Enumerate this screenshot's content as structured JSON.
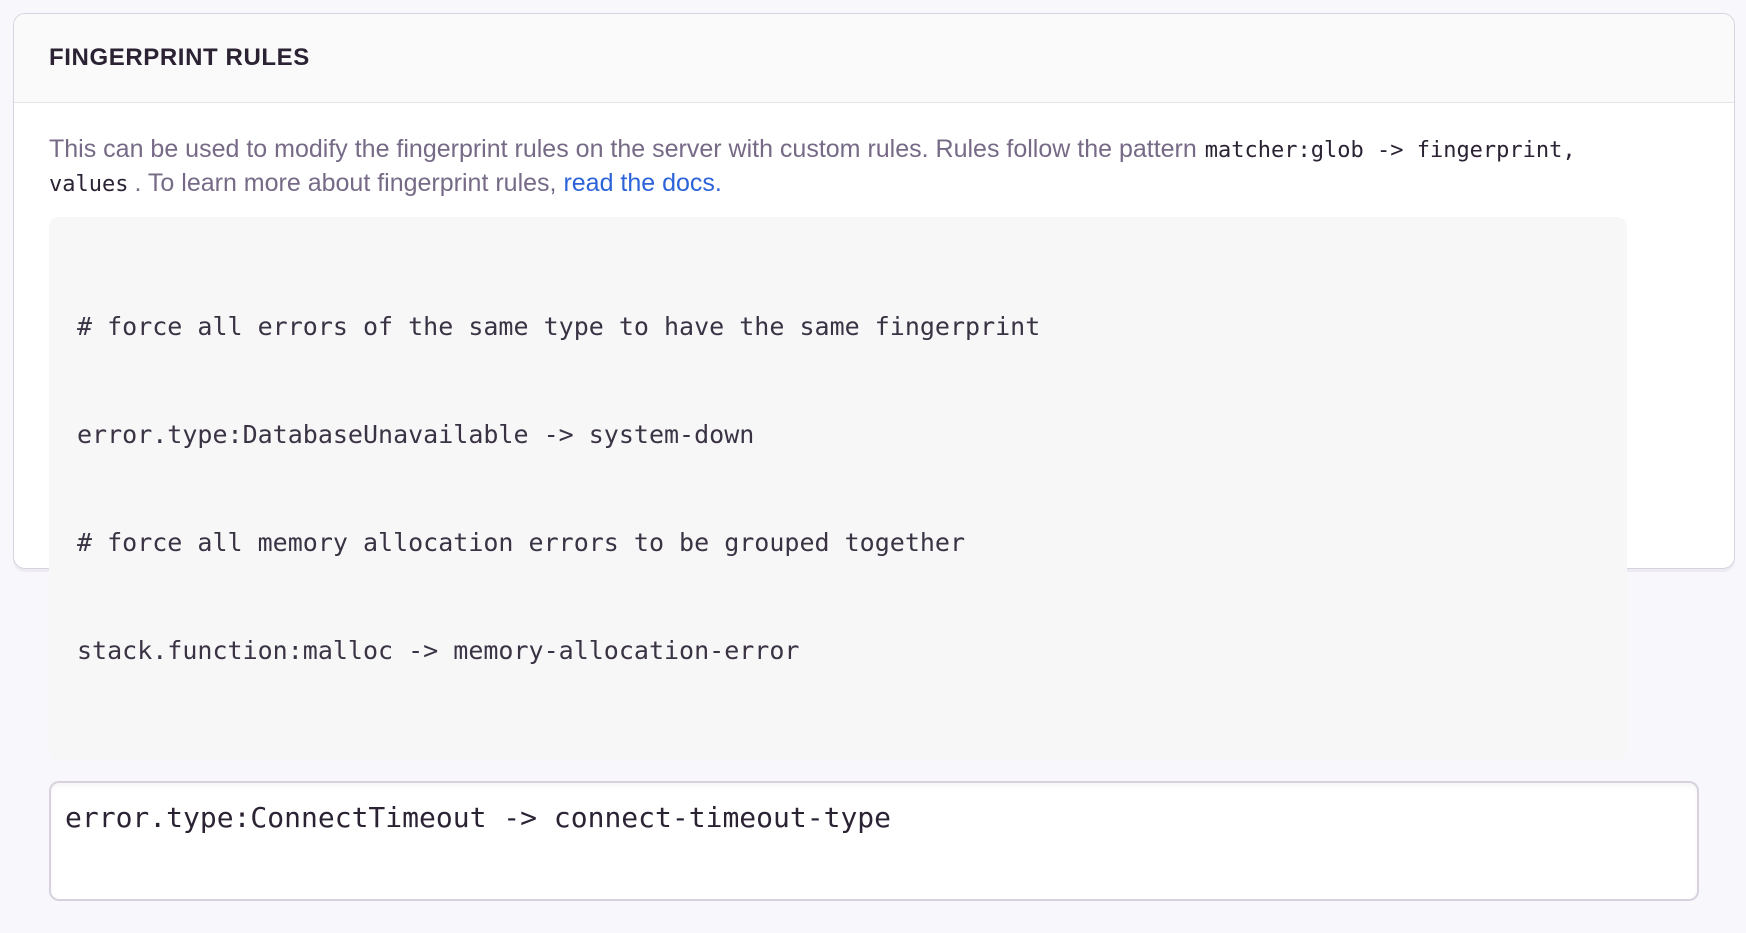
{
  "panel": {
    "title": "FINGERPRINT RULES"
  },
  "description": {
    "line1_text": "This can be used to modify the fingerprint rules on the server with custom rules. Rules follow the pattern",
    "line1_code": "matcher:glob -> fingerprint,",
    "line2_code": "values",
    "line2_text": ". To learn more about fingerprint rules,",
    "link_label": "read the docs."
  },
  "code_example": {
    "lines": [
      "# force all errors of the same type to have the same fingerprint",
      "error.type:DatabaseUnavailable -> system-down",
      "# force all memory allocation errors to be grouped together",
      "stack.function:malloc -> memory-allocation-error"
    ]
  },
  "editor": {
    "value": "error.type:ConnectTimeout -> connect-timeout-type"
  },
  "colors": {
    "page_background": "#f8f7fb",
    "panel_border": "#d8d3e0",
    "header_background": "#fafafa",
    "title_text": "#2b2233",
    "description_text": "#766a87",
    "link": "#2c63d9",
    "code_block_background": "#f7f7f8"
  }
}
